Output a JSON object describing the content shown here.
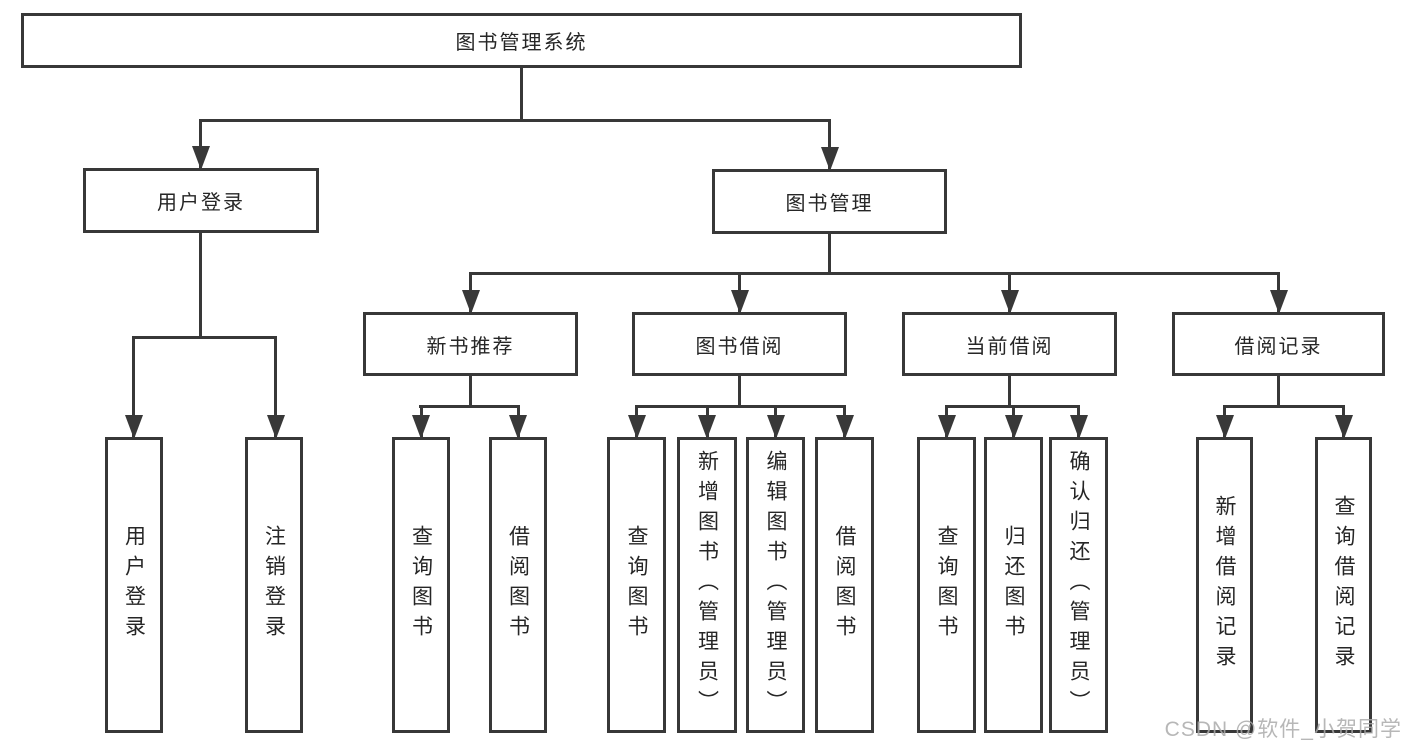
{
  "tree": {
    "root": {
      "label": "图书管理系统"
    },
    "level2": [
      {
        "label": "用户登录"
      },
      {
        "label": "图书管理"
      }
    ],
    "level3": [
      {
        "label": "新书推荐"
      },
      {
        "label": "图书借阅"
      },
      {
        "label": "当前借阅"
      },
      {
        "label": "借阅记录"
      }
    ],
    "leaves": [
      {
        "label": "用户登录"
      },
      {
        "label": "注销登录"
      },
      {
        "label": "查询图书"
      },
      {
        "label": "借阅图书"
      },
      {
        "label": "查询图书"
      },
      {
        "label": "新增图书（管理员）"
      },
      {
        "label": "编辑图书（管理员）"
      },
      {
        "label": "借阅图书"
      },
      {
        "label": "查询图书"
      },
      {
        "label": "归还图书"
      },
      {
        "label": "确认归还（管理员）"
      },
      {
        "label": "新增借阅记录"
      },
      {
        "label": "查询借阅记录"
      }
    ]
  },
  "watermark": {
    "text": "CSDN @软件_小贺同学"
  },
  "colors": {
    "line": "#383838",
    "text": "#262626",
    "watermark": "#ababab",
    "background": "#ffffff"
  }
}
